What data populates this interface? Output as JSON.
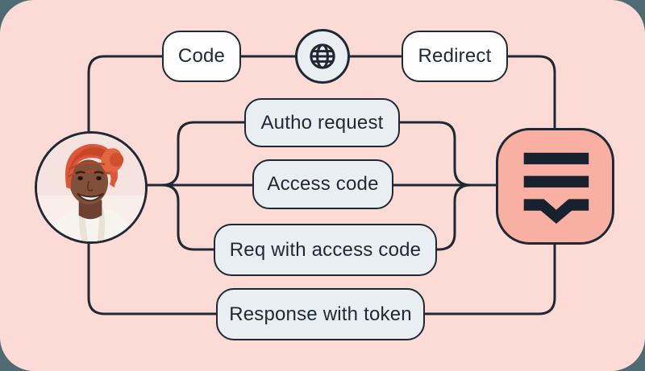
{
  "diagram": {
    "title": "authorization code flow diagram",
    "nodes": {
      "code": "Code",
      "redirect": "Redirect",
      "autho_request": "Autho request",
      "access_code": "Access code",
      "req_with_access_code": "Req with access code",
      "response_with_token": "Response with token"
    },
    "icons": {
      "globe": "globe-icon",
      "server": "server-stack-icon",
      "avatar": "user-avatar-photo"
    },
    "colors": {
      "outer_background": "#4e6a73",
      "card_background": "#fcdbd7",
      "line_and_text": "#1e2934",
      "white_node_fill": "#fefefe",
      "gray_node_fill": "#e9eef2",
      "server_fill": "#f9b0a2",
      "headwrap_orange": "#dd5636"
    }
  }
}
